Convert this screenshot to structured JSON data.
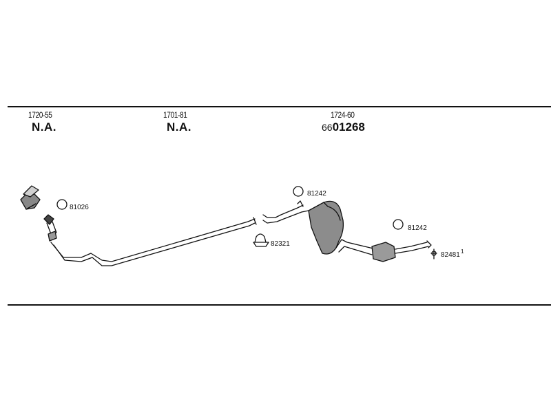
{
  "sections": [
    {
      "code": "1720-55",
      "status": "N.A."
    },
    {
      "code": "1701-81",
      "status": "N.A."
    },
    {
      "code": "1724-60",
      "part_prefix": "66",
      "part_number": "01268"
    }
  ],
  "parts": {
    "clamp_ring_1": "81026",
    "u_bolt_clamp": "82321",
    "ring_upper": "81242",
    "ring_rear": "81242",
    "hanger": "82481",
    "hanger_superscript": "1"
  }
}
